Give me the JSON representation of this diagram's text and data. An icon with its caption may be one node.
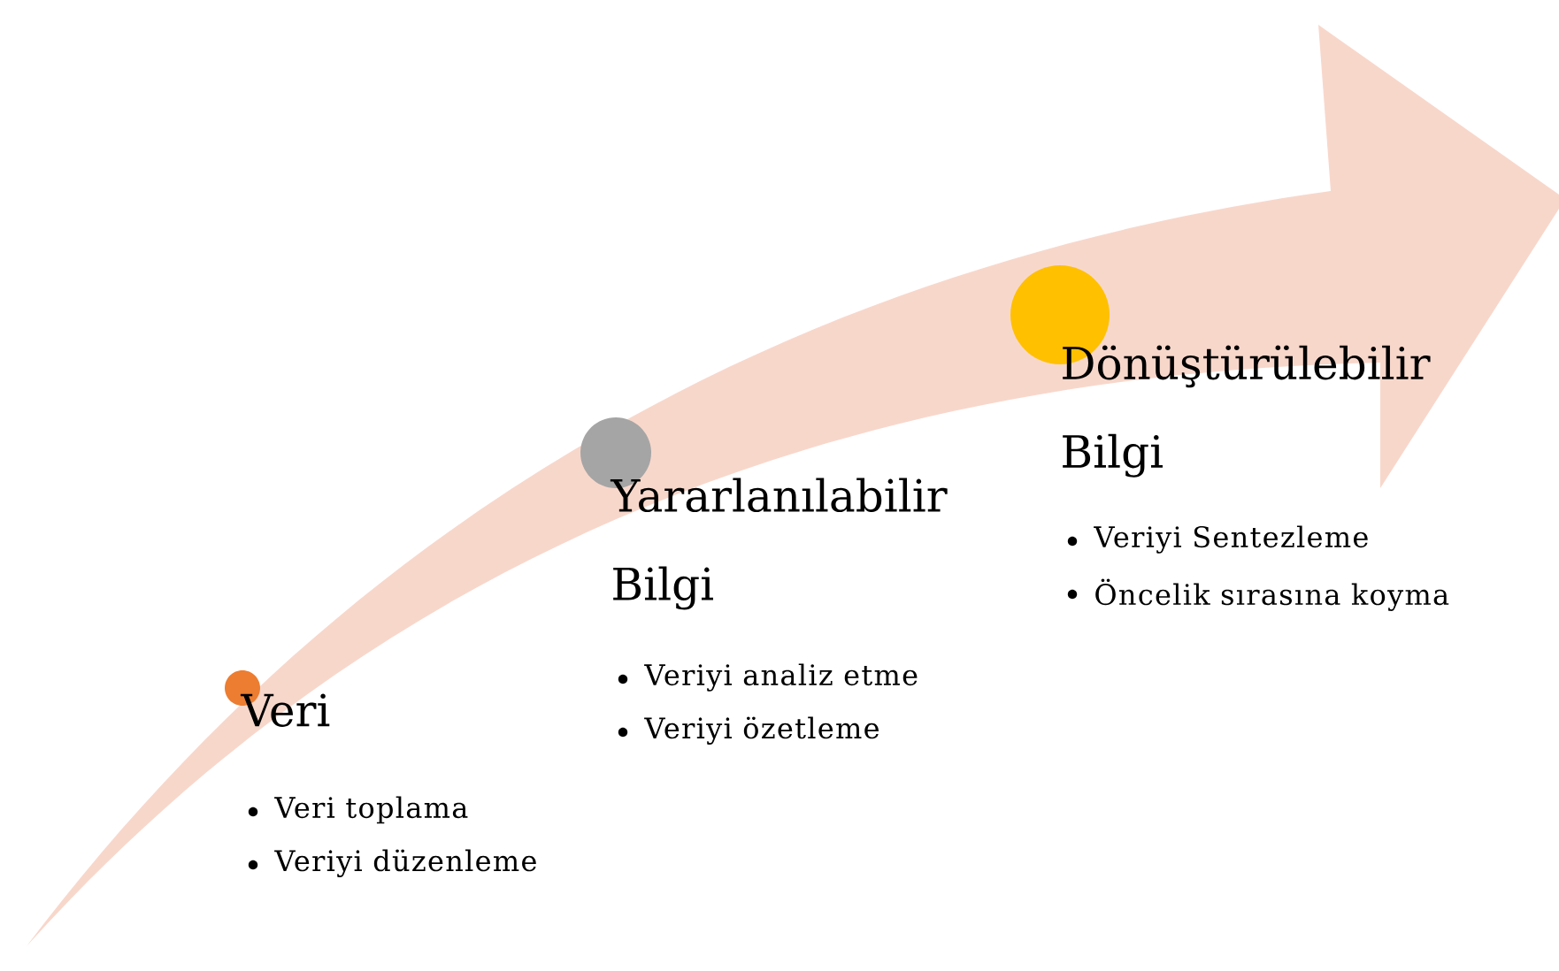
{
  "diagram": {
    "nodes": [
      {
        "text": [],
        "shape": "circle",
        "beside": [
          "Veri",
          "Veri toplama",
          "Veriyi düzenleme"
        ]
      },
      {
        "text": [],
        "shape": "circle",
        "beside": [
          "Yararlanılabilir Bilgi",
          "Veriyi analiz etme",
          "Veriyi özetleme"
        ]
      },
      {
        "text": [],
        "shape": "circle",
        "beside": [
          "Dönüştürülebilir Bilgi",
          "Veriyi Sentezleme",
          "Öncelik sırasına koyma"
        ]
      }
    ]
  }
}
